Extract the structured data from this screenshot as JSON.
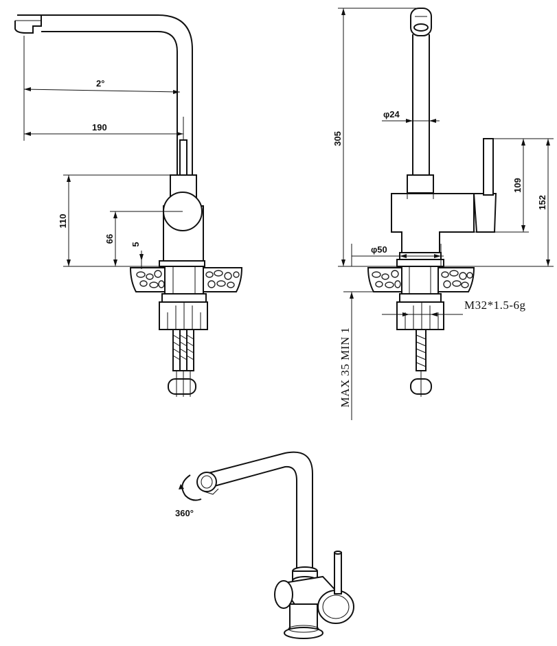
{
  "drawing": {
    "front_view": {
      "angle_label": "2°",
      "reach_label": "190",
      "height_label": "110",
      "lever_axis_label": "66",
      "base_label": "5"
    },
    "side_view": {
      "total_height_label": "305",
      "spout_diameter_label": "φ24",
      "handle_label": "109",
      "handle_total_label": "152",
      "base_diameter_label": "φ50",
      "thread_label": "M32*1.5-6g",
      "deck_label": "MAX 35 MIN 1"
    },
    "perspective_view": {
      "rotation_label": "360°"
    }
  }
}
